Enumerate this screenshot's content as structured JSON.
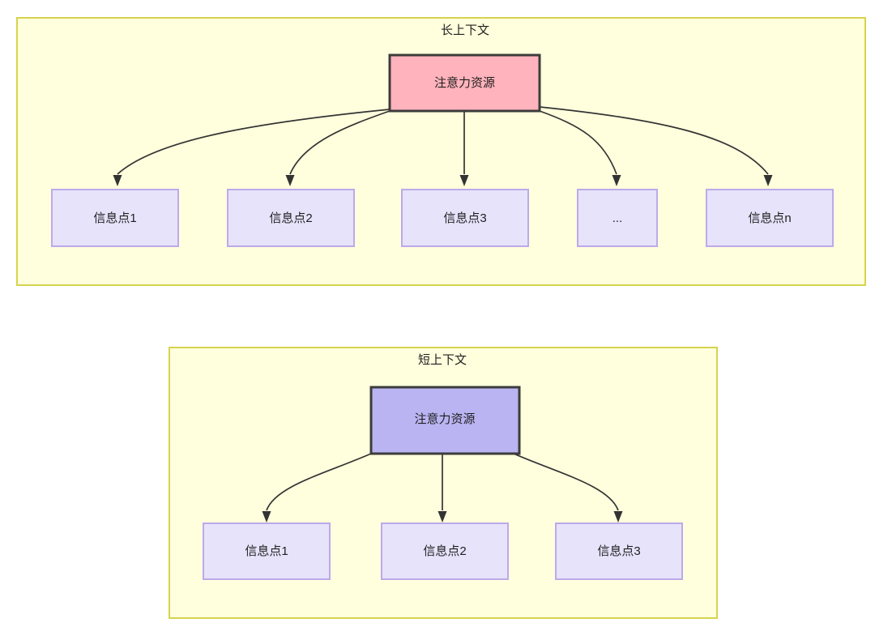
{
  "diagram": {
    "type": "flowchart",
    "background": "#ffffff",
    "panel_fill": "#ffffdd",
    "panel_stroke": "#d6d34e",
    "colors": {
      "root_long_fill": "#ffb3bc",
      "root_short_fill": "#bab4f2",
      "info_fill": "#e7e3fb",
      "info_stroke": "#bda9ea",
      "node_stroke": "#3c3c3c",
      "edge_stroke": "#333333",
      "text": "#1f1f1f"
    },
    "panels": [
      {
        "id": "long-context",
        "title": "长上下文",
        "root": {
          "label": "注意力资源"
        },
        "children": [
          {
            "label": "信息点1"
          },
          {
            "label": "信息点2"
          },
          {
            "label": "信息点3"
          },
          {
            "label": "..."
          },
          {
            "label": "信息点n"
          }
        ]
      },
      {
        "id": "short-context",
        "title": "短上下文",
        "root": {
          "label": "注意力资源"
        },
        "children": [
          {
            "label": "信息点1"
          },
          {
            "label": "信息点2"
          },
          {
            "label": "信息点3"
          }
        ]
      }
    ]
  }
}
